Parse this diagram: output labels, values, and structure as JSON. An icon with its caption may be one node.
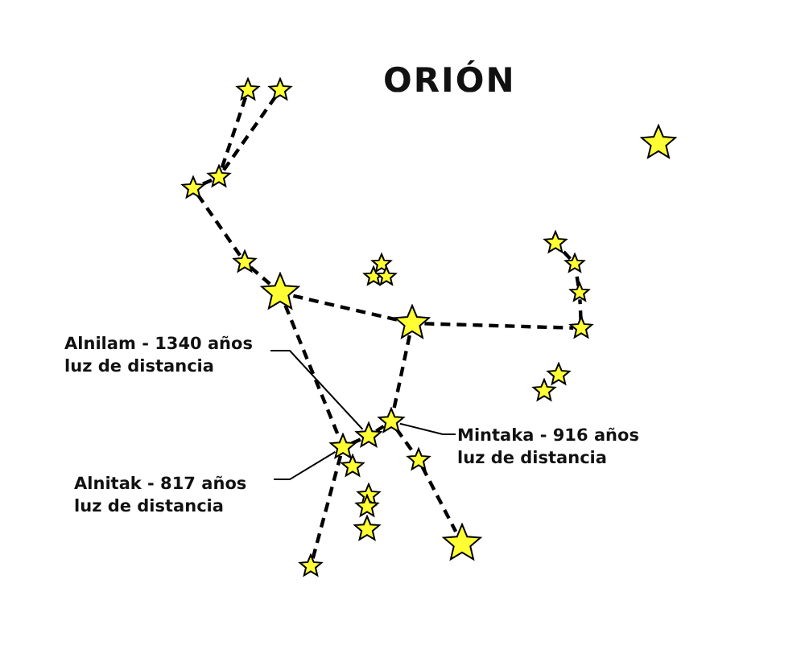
{
  "diagram": {
    "title": "ORIÓN",
    "nodes": [
      {
        "text": [
          "Alnilam - 1340 años luz de distancia"
        ]
      },
      {
        "text": [
          "Mintaka - 916 años luz de distancia"
        ]
      },
      {
        "text": [
          "Alnitak - 817 años luz de distancia"
        ]
      },
      {
        "text": [],
        "shape": "star"
      },
      {
        "text": [],
        "shape": "star"
      },
      {
        "text": [],
        "shape": "star"
      },
      {
        "text": [],
        "shape": "star"
      },
      {
        "text": [],
        "shape": "star"
      },
      {
        "text": [],
        "shape": "star"
      },
      {
        "text": [],
        "shape": "star"
      },
      {
        "text": [],
        "shape": "star"
      },
      {
        "text": [],
        "shape": "star"
      },
      {
        "text": [],
        "shape": "star"
      },
      {
        "text": [],
        "shape": "star"
      },
      {
        "text": [],
        "shape": "star"
      },
      {
        "text": [],
        "shape": "star"
      },
      {
        "text": [],
        "shape": "star"
      },
      {
        "text": [],
        "shape": "star"
      },
      {
        "text": [],
        "shape": "star"
      },
      {
        "text": [],
        "shape": "star"
      },
      {
        "text": [],
        "shape": "star"
      },
      {
        "text": [],
        "shape": "star"
      },
      {
        "text": [],
        "shape": "star"
      },
      {
        "text": [],
        "shape": "star"
      },
      {
        "text": [],
        "shape": "star"
      },
      {
        "text": [],
        "shape": "star"
      },
      {
        "text": [],
        "shape": "star"
      },
      {
        "text": [],
        "shape": "star"
      },
      {
        "text": [],
        "shape": "star"
      },
      {
        "text": [],
        "shape": "star"
      }
    ],
    "edges": [
      {
        "from": 3,
        "to": 6,
        "arrow": "none",
        "style": "dashed"
      },
      {
        "from": 4,
        "to": 6,
        "arrow": "none",
        "style": "dashed"
      },
      {
        "from": 6,
        "to": 7,
        "arrow": "none",
        "style": "dashed"
      },
      {
        "from": 7,
        "to": 8,
        "arrow": "none",
        "style": "dashed"
      },
      {
        "from": 8,
        "to": 15,
        "arrow": "none",
        "style": "dashed"
      },
      {
        "from": 15,
        "to": 16,
        "arrow": "none",
        "style": "dashed"
      },
      {
        "from": 16,
        "to": 17,
        "arrow": "none",
        "style": "dashed"
      },
      {
        "from": 17,
        "to": 14,
        "arrow": "none",
        "style": "dashed"
      },
      {
        "from": 14,
        "to": 13,
        "arrow": "none",
        "style": "dashed"
      },
      {
        "from": 13,
        "to": 12,
        "arrow": "none",
        "style": "dashed"
      },
      {
        "from": 16,
        "to": 20,
        "arrow": "none",
        "style": "dashed"
      },
      {
        "from": 20,
        "to": 21,
        "arrow": "none",
        "style": "dashed"
      },
      {
        "from": 21,
        "to": 22,
        "arrow": "none",
        "style": "dashed"
      },
      {
        "from": 15,
        "to": 22,
        "arrow": "none",
        "style": "dashed"
      },
      {
        "from": 22,
        "to": 29,
        "arrow": "none",
        "style": "dashed"
      },
      {
        "from": 20,
        "to": 23,
        "arrow": "none",
        "style": "dashed"
      },
      {
        "from": 23,
        "to": 28,
        "arrow": "none",
        "style": "dashed"
      },
      {
        "from": 0,
        "to": 21,
        "arrow": "none"
      },
      {
        "from": 1,
        "to": 20,
        "arrow": "none"
      },
      {
        "from": 2,
        "to": 22,
        "arrow": "none"
      }
    ]
  }
}
